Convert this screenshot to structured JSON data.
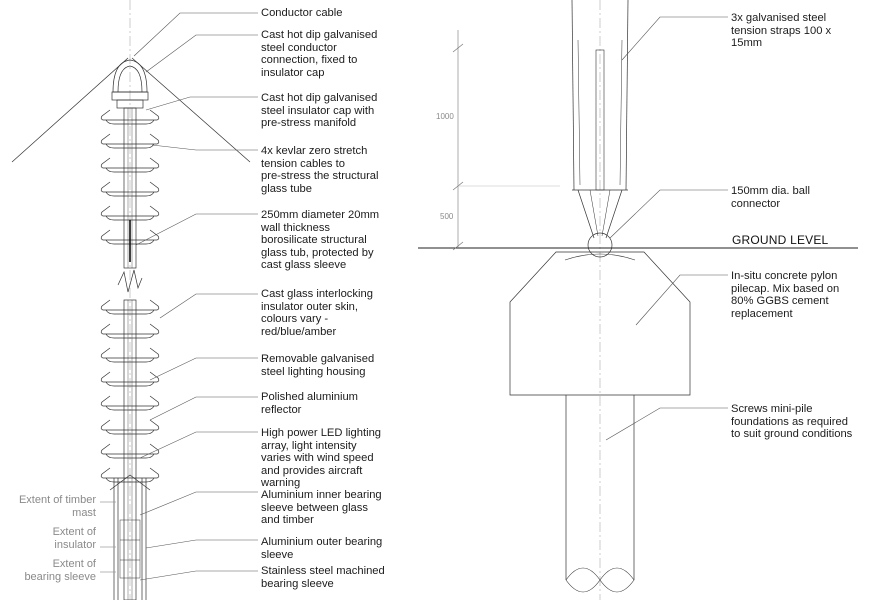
{
  "annotations_left": [
    "Conductor cable",
    "Cast hot dip galvanised\nsteel conductor\nconnection, fixed to\ninsulator cap",
    "Cast hot dip galvanised\nsteel insulator cap with\npre-stress manifold",
    "4x kevlar zero stretch\ntension cables to\npre-stress the structural\nglass tube",
    "250mm diameter 20mm\nwall thickness\nborosilicate structural\nglass tub, protected by\ncast glass sleeve",
    "Cast glass interlocking\ninsulator outer skin,\ncolours vary -\nred/blue/amber",
    "Removable galvanised\nsteel lighting housing",
    "Polished aluminium\nreflector",
    "High power LED lighting\narray, light intensity\nvaries with wind speed\nand provides aircraft\nwarning",
    "Aluminium inner bearing\nsleeve between glass\nand timber",
    "Aluminium outer bearing\nsleeve",
    "Stainless steel machined\nbearing sleeve"
  ],
  "extents": [
    "Extent of timber\nmast",
    "Extent of\ninsulator",
    "Extent of\nbearing sleeve"
  ],
  "annotations_right": [
    "3x galvanised steel\ntension straps 100 x\n15mm",
    "150mm dia. ball\nconnector",
    "In-situ concrete pylon\npilecap. Mix based on\n80% GGBS cement\nreplacement",
    "Screws mini-pile\nfoundations as required\nto suit ground conditions"
  ],
  "ground_label": "GROUND LEVEL",
  "dimensions": [
    "1000",
    "500"
  ]
}
